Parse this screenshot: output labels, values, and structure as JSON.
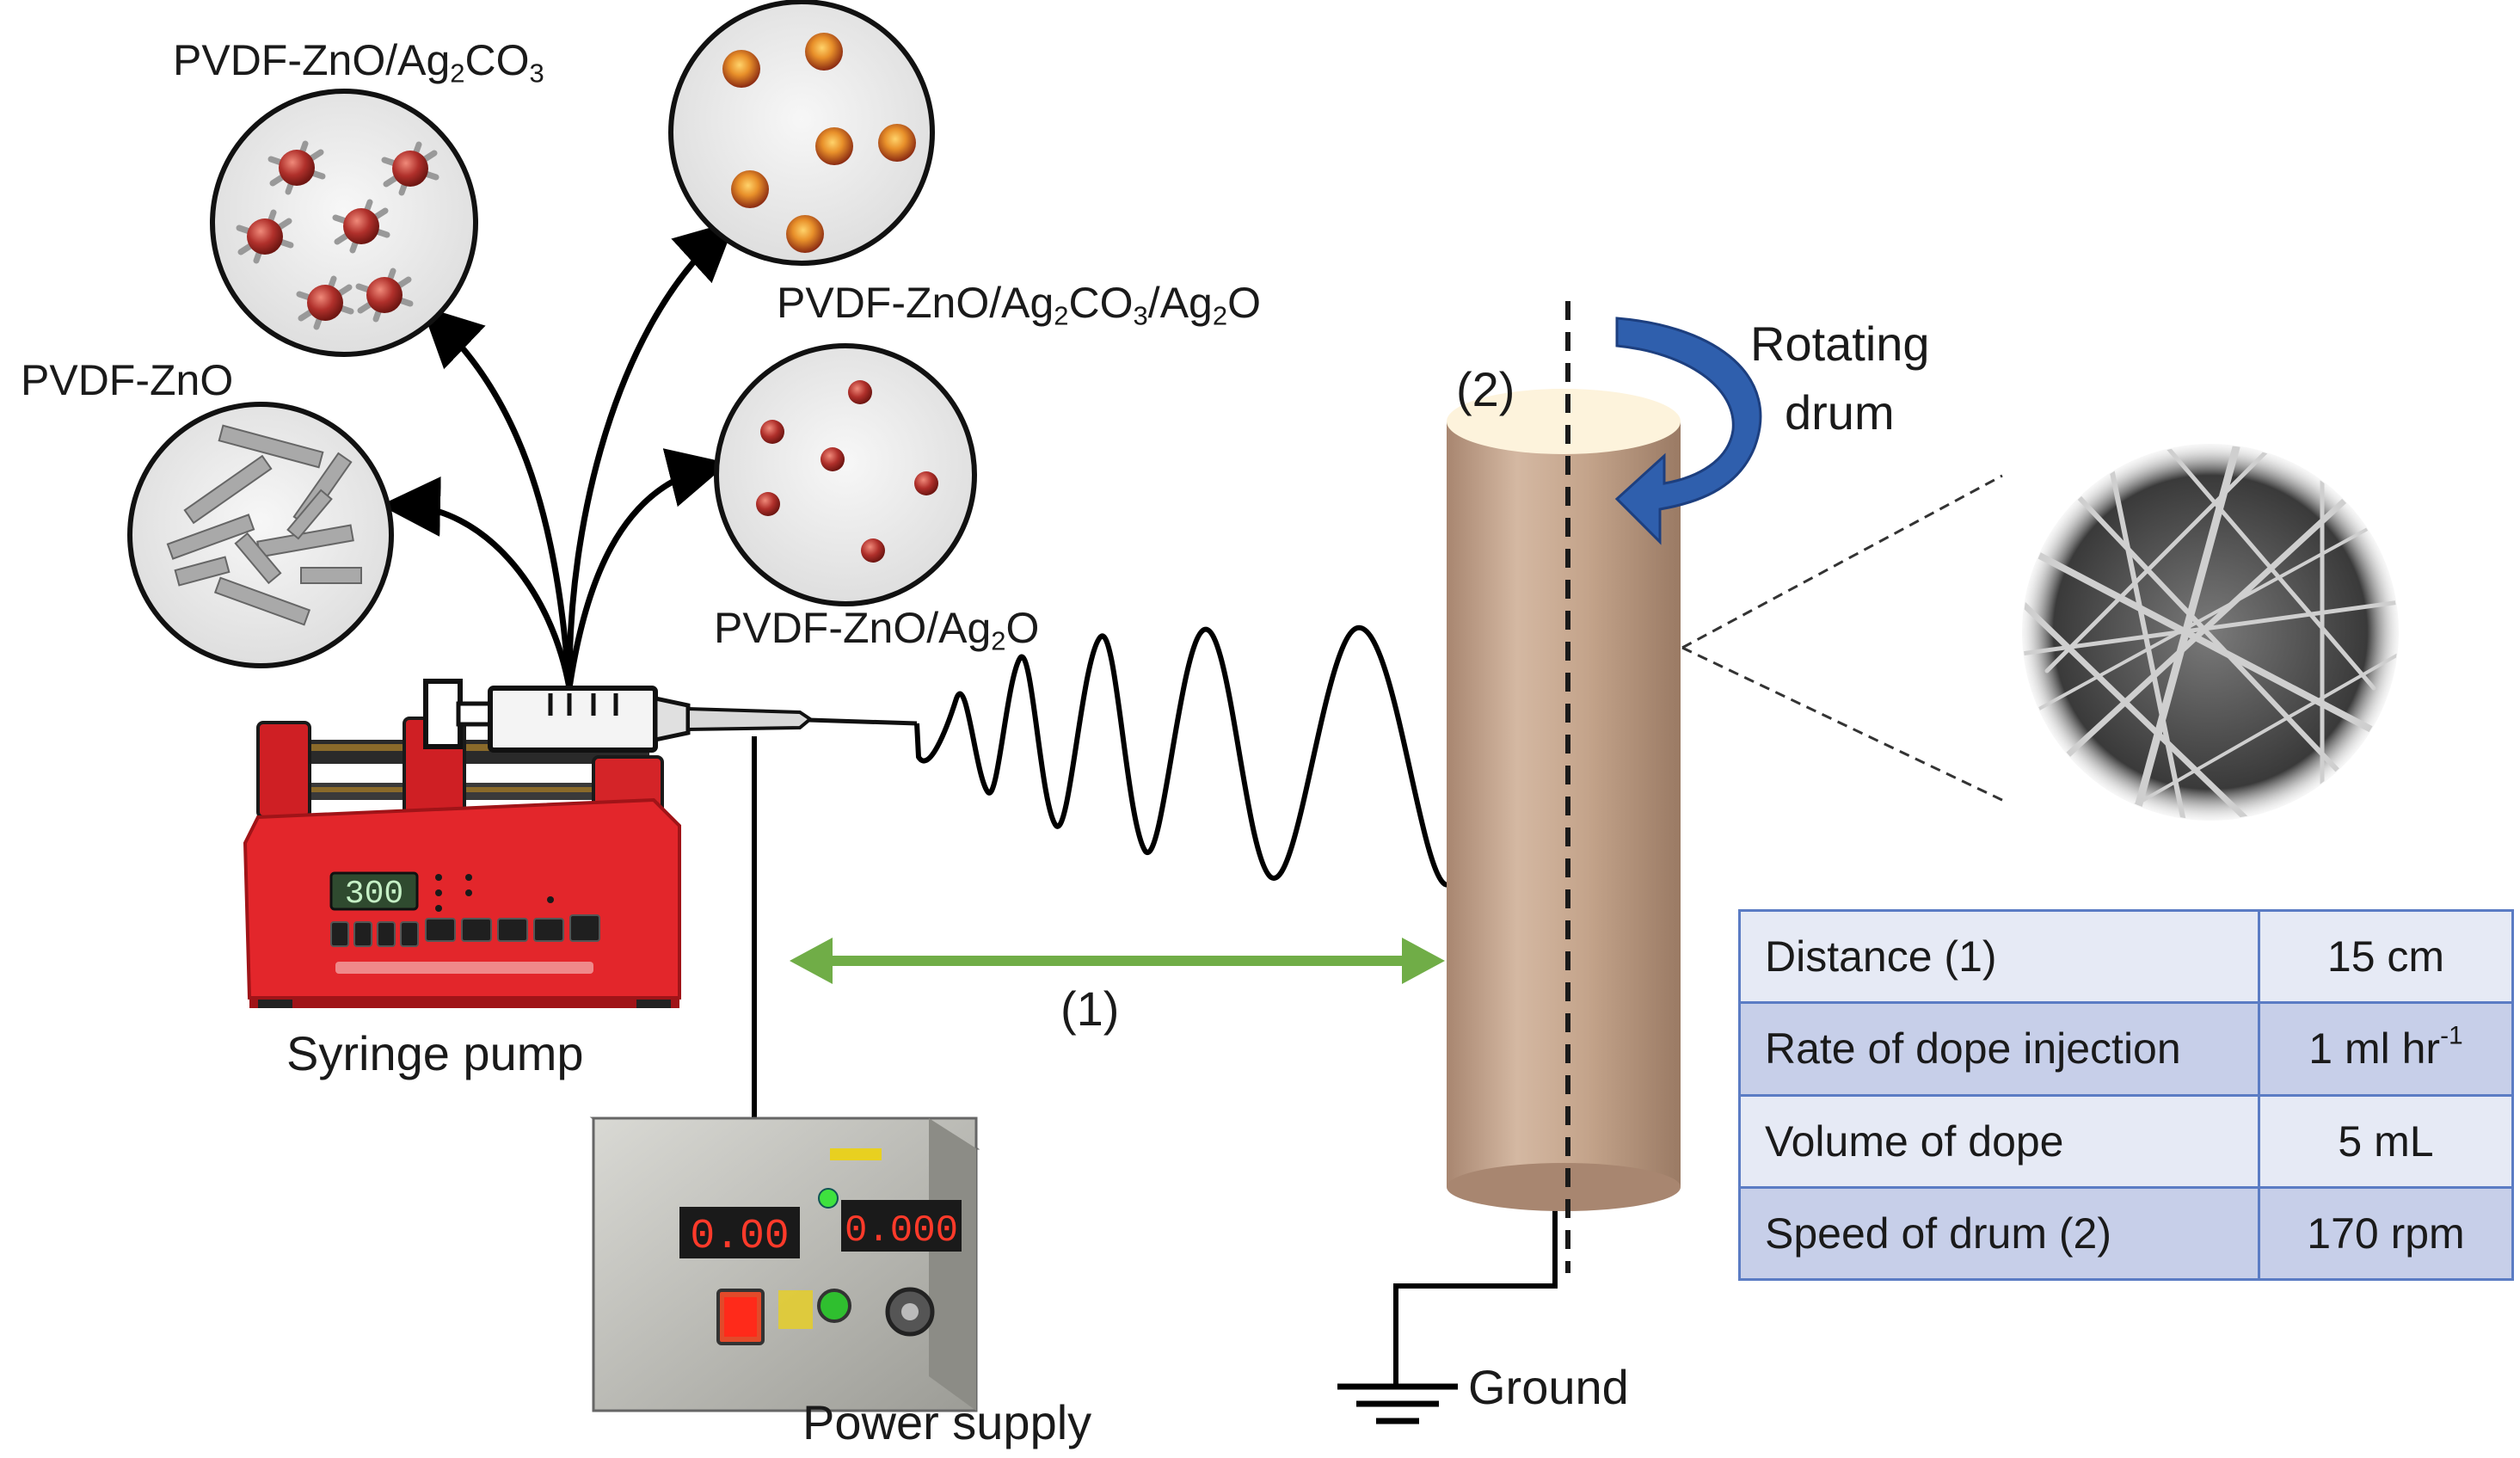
{
  "labels": {
    "pvdf_zno": "PVDF-ZnO",
    "ag2co3_prefix": "PVDF-ZnO/Ag",
    "ag2co3_sub": "2",
    "ag2co3_mid": "CO",
    "ag2co3_sub2": "3",
    "mixed_prefix": "PVDF-ZnO/Ag",
    "mixed_sub1": "2",
    "mixed_mid": "CO",
    "mixed_sub2": "3",
    "mixed_mid2": "/Ag",
    "mixed_sub3": "2",
    "mixed_end": "O",
    "ag2o_prefix": "PVDF-ZnO/Ag",
    "ag2o_sub": "2",
    "ag2o_end": "O",
    "syringe_pump": "Syringe pump",
    "power_supply": "Power supply",
    "distance_marker": "(1)",
    "drum_marker": "(2)",
    "rotating": "Rotating",
    "drum": "drum",
    "ground": "Ground",
    "pump_display": "300",
    "ps_display_left": "0.00",
    "ps_display_right": "0.000"
  },
  "table": {
    "rows": [
      {
        "param": "Distance (1)",
        "value": "15 cm",
        "sup": ""
      },
      {
        "param": "Rate of dope injection",
        "value": "1 ml hr",
        "sup": "-1"
      },
      {
        "param": "Volume of dope",
        "value": "5 mL",
        "sup": ""
      },
      {
        "param": "Speed of drum (2)",
        "value": "170 rpm",
        "sup": ""
      }
    ]
  },
  "colors": {
    "pump_body": "#e3262b",
    "drum": "#c4a48b",
    "drum_top": "#fdf3dc",
    "arrow_green": "#70ad47",
    "rotation_arrow": "#2f5fad",
    "table_border": "#5b7cc4",
    "led_red": "#ff3a2a",
    "particle": "#b0302b"
  },
  "icons": [
    "syringe-icon",
    "syringe-pump-icon",
    "power-supply-icon",
    "drum-icon",
    "ground-icon",
    "sem-fiber-image"
  ]
}
